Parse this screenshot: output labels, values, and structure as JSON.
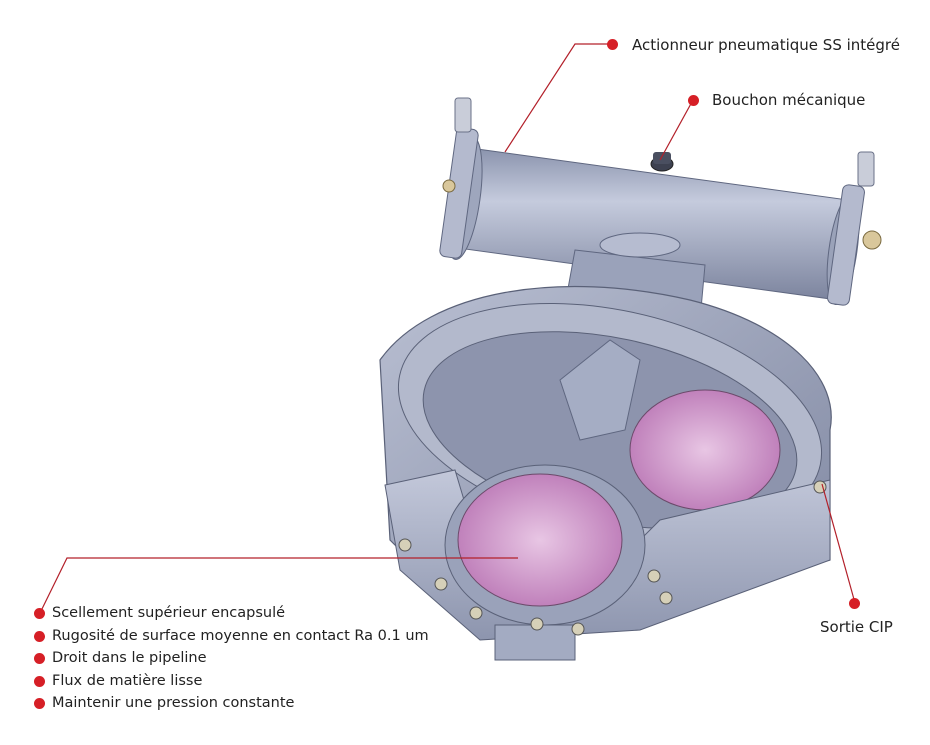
{
  "colors": {
    "callout_dot": "#d61f26",
    "leader_line": "#b3202a",
    "metal": "#a9b1c8",
    "metal_dark": "#6f7890",
    "pipe_interior": "#c98fc4"
  },
  "callouts": {
    "actuator": "Actionneur pneumatique SS intégré",
    "mechanical_plug": "Bouchon mécanique",
    "cip_outlet": "Sortie CIP"
  },
  "features": [
    "Scellement supérieur encapsulé",
    "Rugosité de surface moyenne en contact Ra 0.1 um",
    "Droit dans le pipeline",
    "Flux de matière lisse",
    "Maintenir une pression constante"
  ]
}
